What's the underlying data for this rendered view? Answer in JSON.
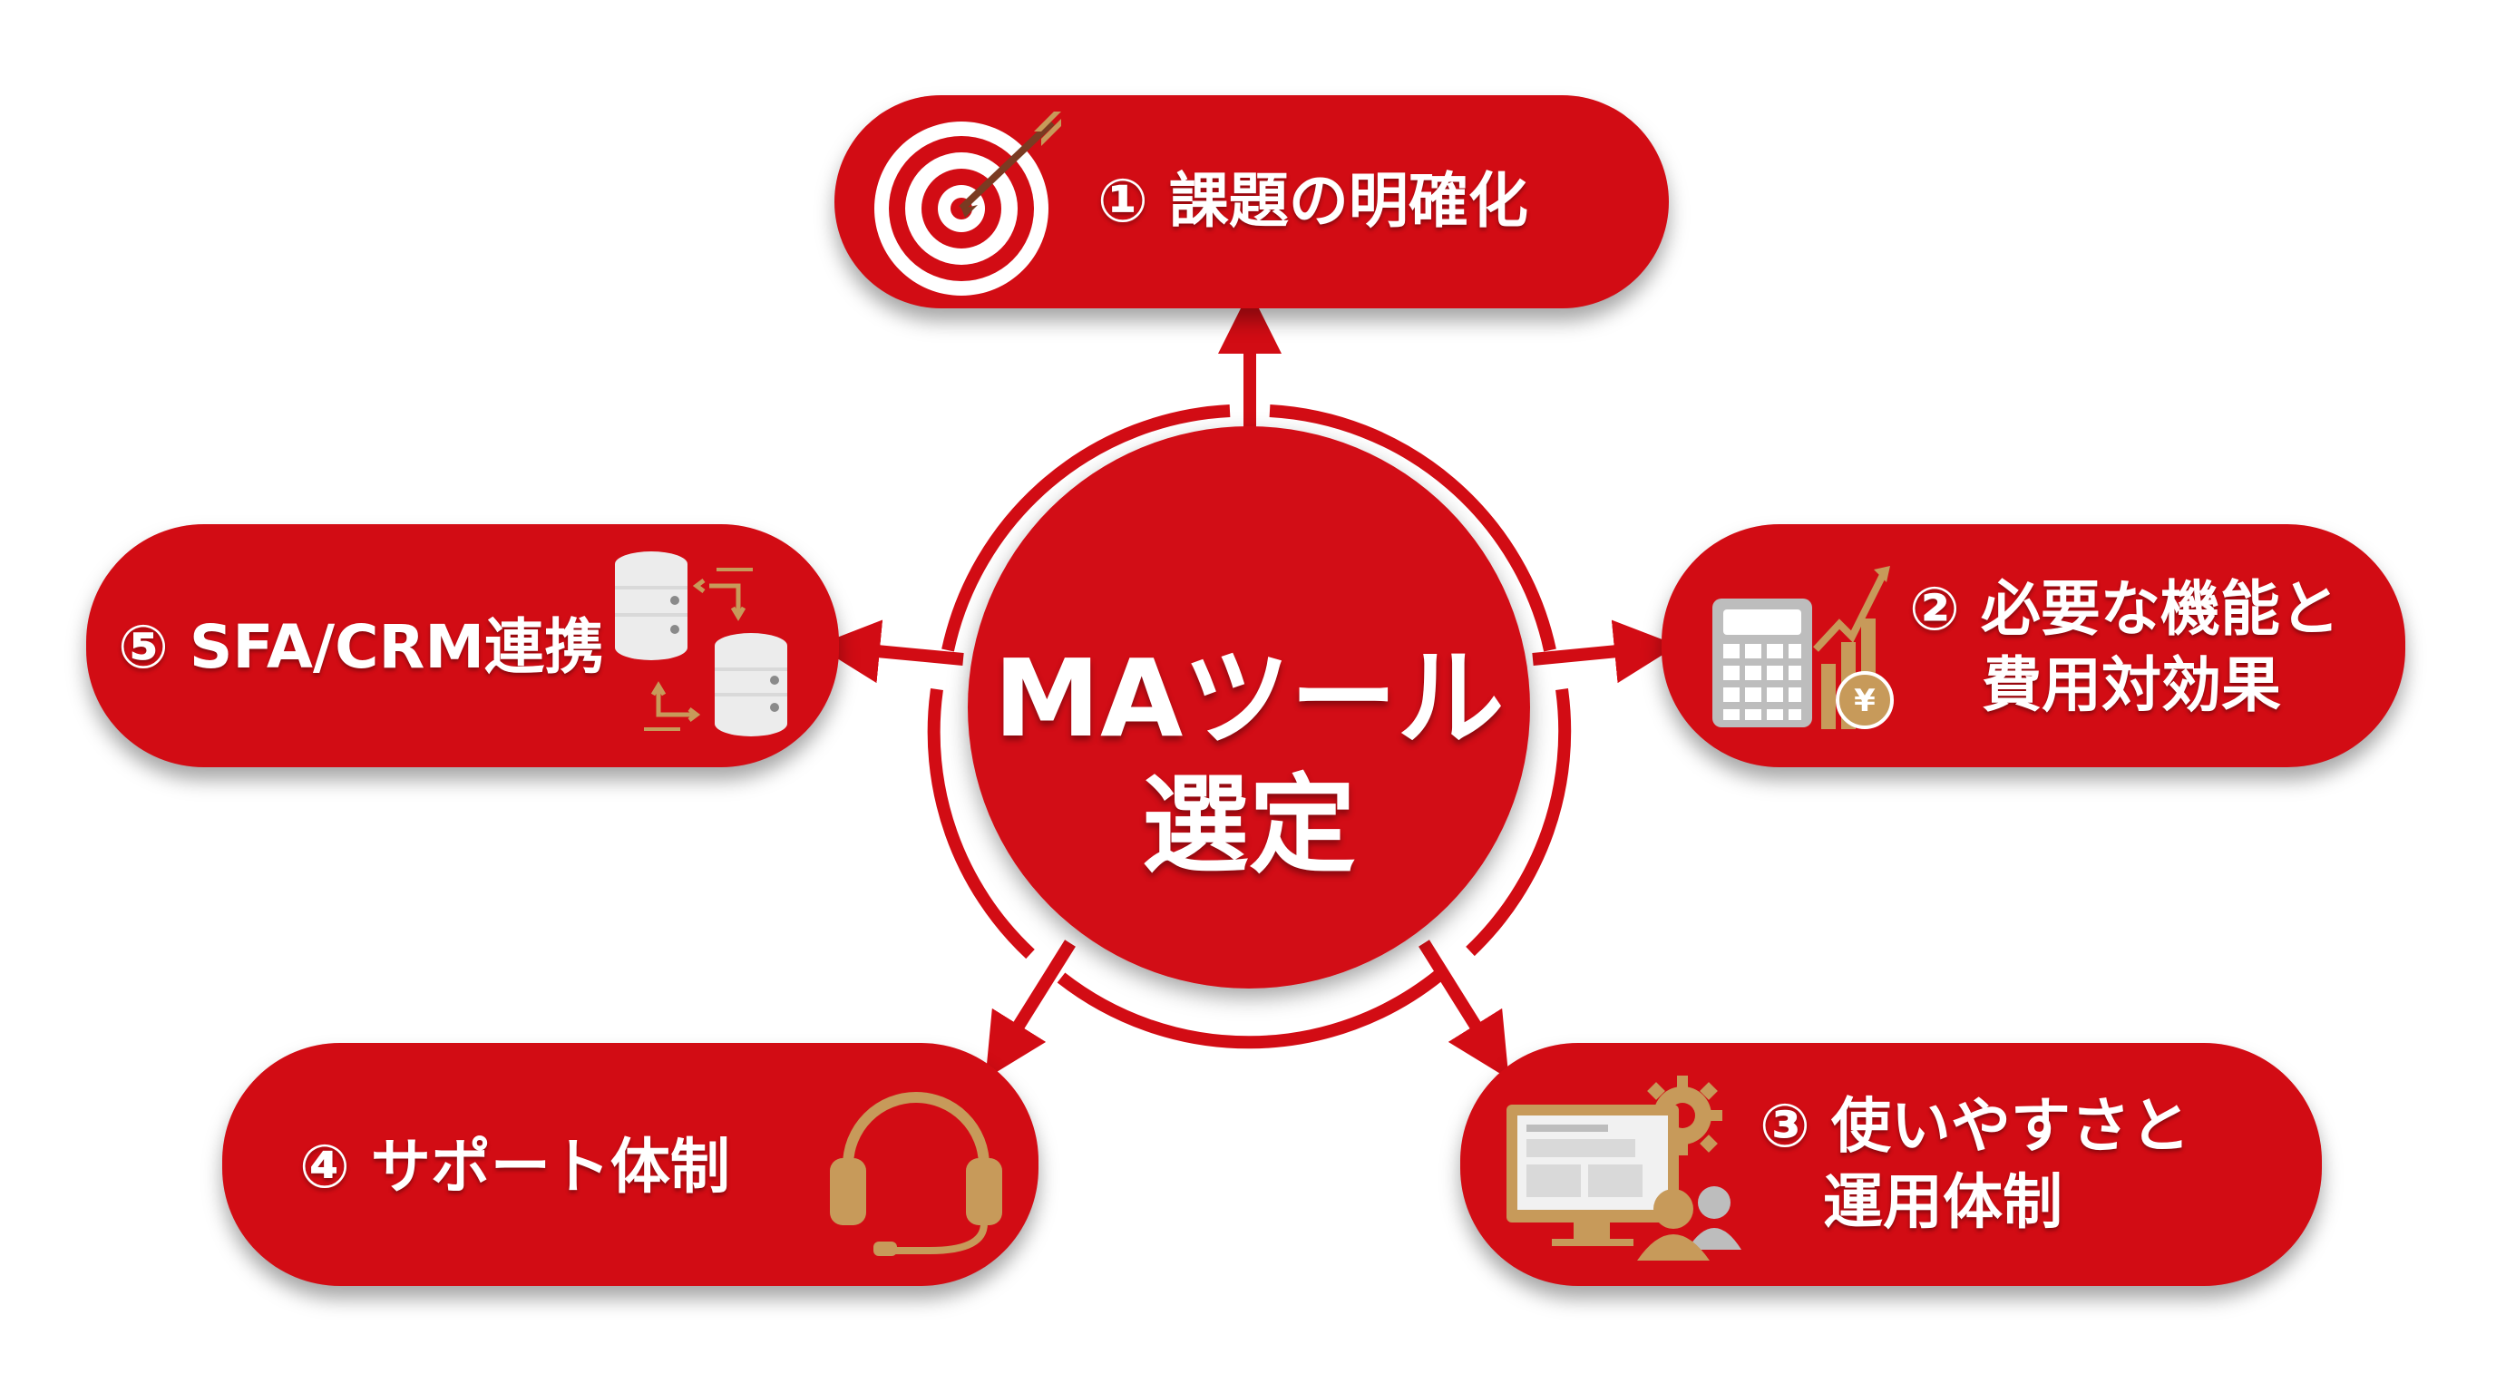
{
  "center": {
    "line1": "MAツール",
    "line2": "選定"
  },
  "items": [
    {
      "number": "①",
      "label": "課題の明確化",
      "icon": "target-icon"
    },
    {
      "number": "②",
      "label_line1": "必要な機能と",
      "label_line2": "費用対効果",
      "icon": "calculator-chart-icon"
    },
    {
      "number": "③",
      "label_line1": "使いやすさと",
      "label_line2": "運用体制",
      "icon": "monitor-gear-user-icon"
    },
    {
      "number": "④",
      "label": "サポート体制",
      "icon": "headset-icon"
    },
    {
      "number": "⑤",
      "label": "SFA/CRM連携",
      "icon": "database-sync-icon"
    }
  ],
  "colors": {
    "primary": "#d20c14",
    "accent": "#c79a5a",
    "gray": "#cfcfcf",
    "white": "#ffffff"
  }
}
